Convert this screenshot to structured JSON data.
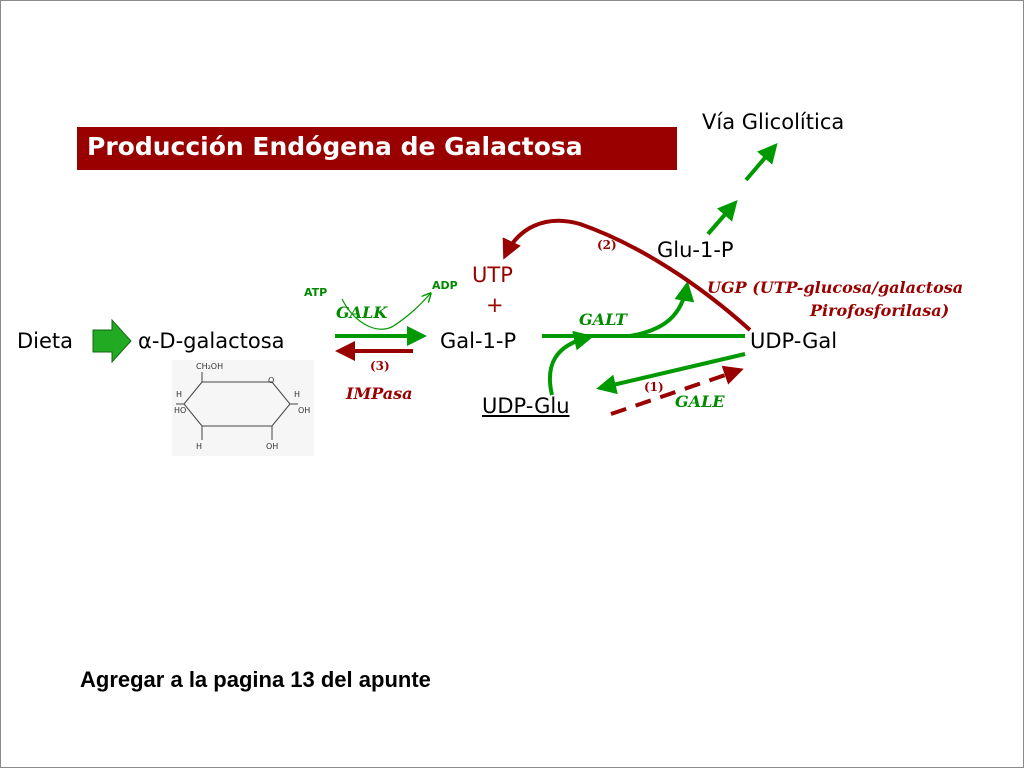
{
  "title": "Producción Endógena de Galactosa",
  "nodes": {
    "via_glicolitica": "Vía Glicolítica",
    "glu1p": "Glu-1-P",
    "utp": "UTP",
    "plus": "+",
    "dieta": "Dieta",
    "alpha_symbol": "α",
    "galactosa": "-D-galactosa",
    "gal1p": "Gal-1-P",
    "udpgal": "UDP-Gal",
    "udpglu": "UDP-Glu"
  },
  "enzymes": {
    "galk": "GALK",
    "galt": "GALT",
    "gale": "GALE",
    "impasa": "IMPasa",
    "ugp_line1": "UGP (UTP-glucosa/galactosa",
    "ugp_line2": "Pirofosforilasa)"
  },
  "cofactors": {
    "atp": "ATP",
    "adp": "ADP"
  },
  "numbers": {
    "n1": "(1)",
    "n2": "(2)",
    "n3": "(3)"
  },
  "molecule_labels": {
    "ch2oh": "CH₂OH",
    "o": "O",
    "h": "H",
    "oh": "OH",
    "ho": "HO"
  },
  "footer_note": "Agregar a la pagina 13 del apunte",
  "colors": {
    "banner": "#990000",
    "green": "#009900",
    "dark_red": "#990000"
  }
}
